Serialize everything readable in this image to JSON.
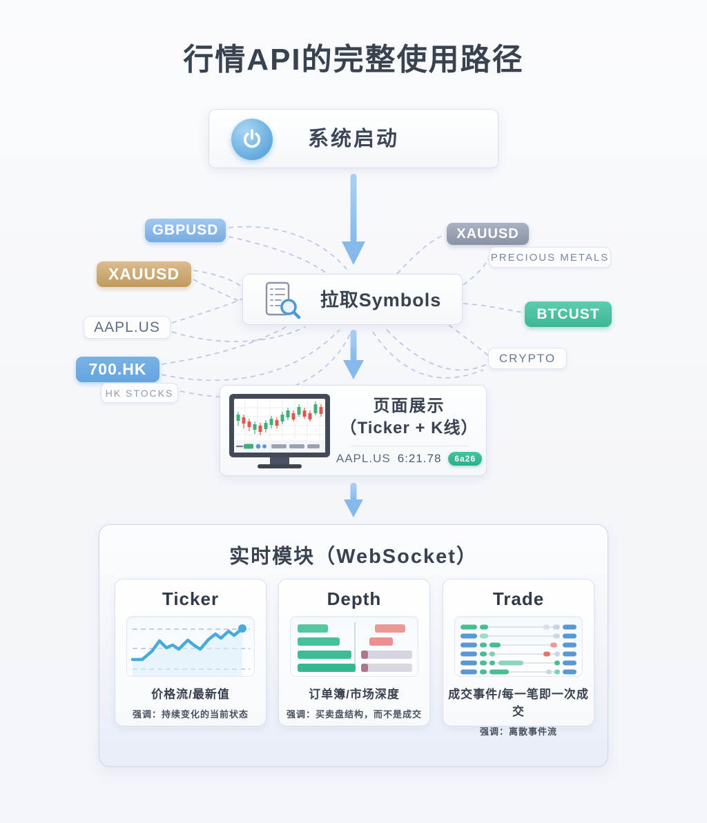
{
  "page": {
    "title": "行情API的完整使用路径"
  },
  "flow": {
    "start": {
      "label": "系统启动",
      "icon": "power-icon"
    },
    "symbols": {
      "label": "拉取Symbols",
      "icon": "document-search-icon"
    },
    "display": {
      "title": "页面展示",
      "subtitle": "（Ticker + K线）",
      "symbol": "AAPL.US",
      "price": "6:21.78",
      "badge": "6a26",
      "icon": "monitor-candlestick-icon"
    }
  },
  "symbols_left": [
    {
      "label": "GBPUSD",
      "style": "blue-gradient"
    },
    {
      "label": "XAUUSD",
      "style": "gold"
    },
    {
      "label": "AAPL.US",
      "style": "outline"
    },
    {
      "label": "700.HK",
      "style": "solid-blue"
    },
    {
      "label": "HK STOCKS",
      "style": "outline-small"
    }
  ],
  "symbols_right": [
    {
      "label": "XAUUSD",
      "style": "slate"
    },
    {
      "label": "PRECIOUS METALS",
      "style": "outline-small"
    },
    {
      "label": "BTCUST",
      "style": "teal"
    },
    {
      "label": "CRYPTO",
      "style": "outline-small"
    }
  ],
  "realtime": {
    "title": "实时模块（WebSocket）",
    "cards": [
      {
        "title": "Ticker",
        "viz": "line-chart-icon",
        "label": "价格流/最新值",
        "note": "强调：持续变化的当前状态"
      },
      {
        "title": "Depth",
        "viz": "depth-bars-icon",
        "label": "订单簿/市场深度",
        "note": "强调：买卖盘结构，而不是成交"
      },
      {
        "title": "Trade",
        "viz": "trade-rows-icon",
        "label": "成交事件/每一笔即一次成交",
        "note": "强调：离散事件流"
      }
    ]
  },
  "colors": {
    "background": "#f5f6fa",
    "heading_text": "#39424f",
    "arrow_blue": "#85b9ec",
    "connector_dash": "#a9b9da",
    "pill_blue": "#76abe1",
    "pill_gold": "#bf9a5e",
    "pill_slate": "#8893a5",
    "pill_teal": "#3cb795",
    "badge_green": "#2fae8a",
    "chart_green": "#3fae7a",
    "chart_red": "#e2574c",
    "ticker_line": "#49a9d9"
  }
}
